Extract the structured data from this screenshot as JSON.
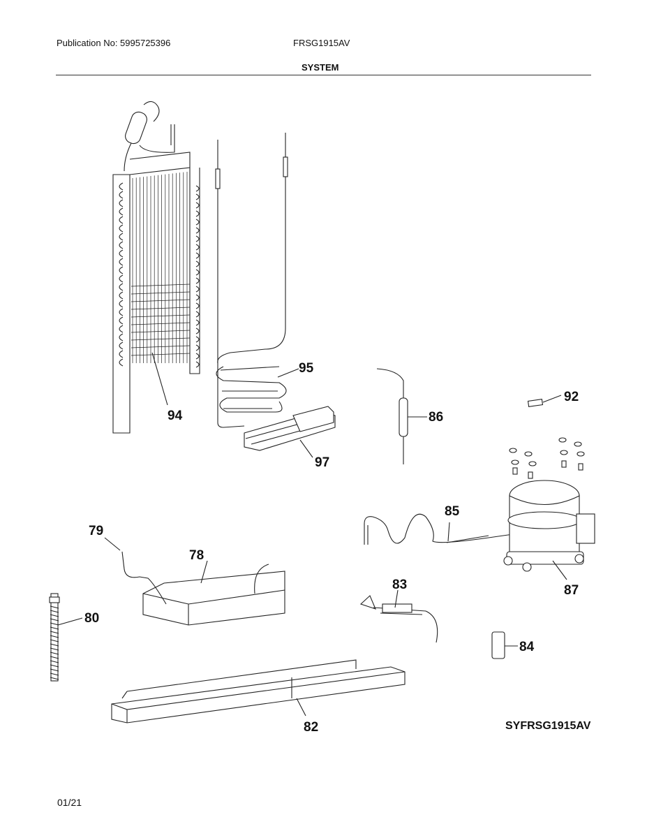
{
  "header": {
    "publication": "Publication No: 5995725396",
    "model": "FRSG1915AV",
    "section_title": "SYSTEM"
  },
  "callouts": [
    {
      "id": "c94",
      "label": "94"
    },
    {
      "id": "c95",
      "label": "95"
    },
    {
      "id": "c97",
      "label": "97"
    },
    {
      "id": "c86",
      "label": "86"
    },
    {
      "id": "c92",
      "label": "92"
    },
    {
      "id": "c85",
      "label": "85"
    },
    {
      "id": "c87",
      "label": "87"
    },
    {
      "id": "c79",
      "label": "79"
    },
    {
      "id": "c78",
      "label": "78"
    },
    {
      "id": "c80",
      "label": "80"
    },
    {
      "id": "c83",
      "label": "83"
    },
    {
      "id": "c84",
      "label": "84"
    },
    {
      "id": "c82",
      "label": "82"
    }
  ],
  "diagram_code": "SYFRSG1915AV",
  "footer": {
    "date": "01/21"
  }
}
